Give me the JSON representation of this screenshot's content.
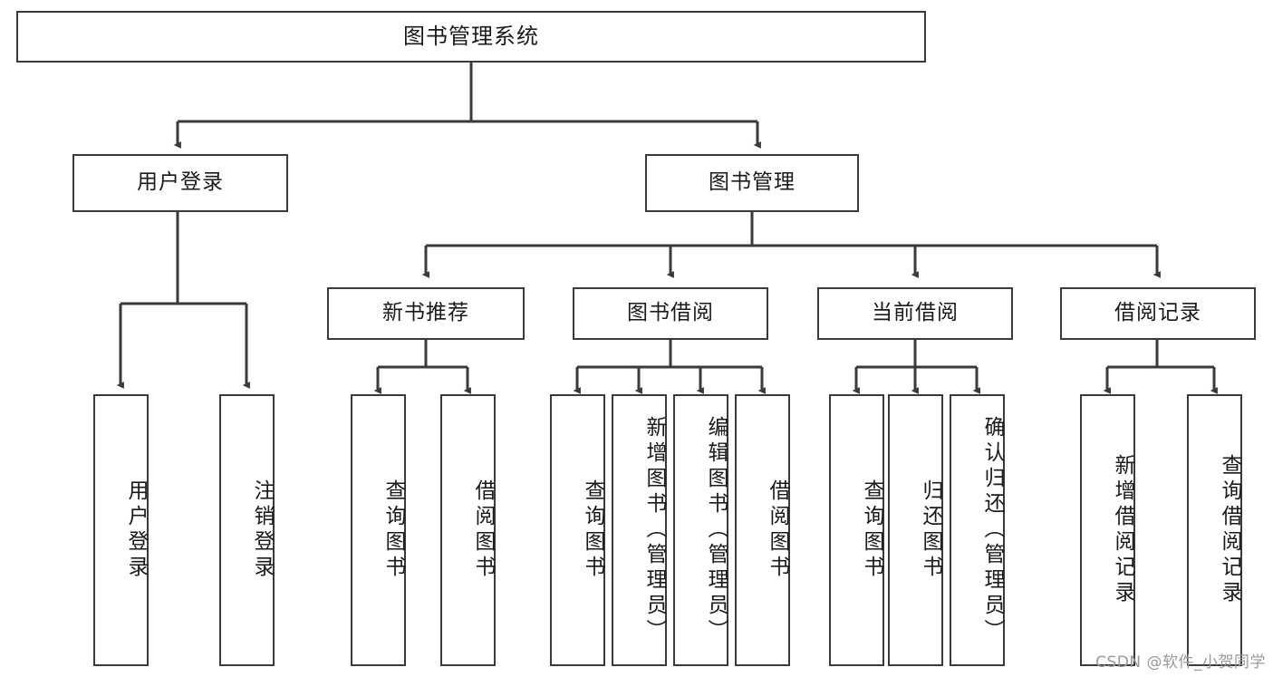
{
  "diagram": {
    "title": "图书管理系统",
    "watermark": "CSDN @软件_小贺同学",
    "line_color": "#3a3a3a",
    "box_border_color": "#3a3a3a",
    "box_fill_color": "#ffffff",
    "text_color": "#1a1a1a",
    "root": {
      "label": "图书管理系统"
    },
    "level2": [
      {
        "label": "用户登录"
      },
      {
        "label": "图书管理"
      }
    ],
    "level3": [
      {
        "label": "新书推荐"
      },
      {
        "label": "图书借阅"
      },
      {
        "label": "当前借阅"
      },
      {
        "label": "借阅记录"
      }
    ],
    "leaves": {
      "user_login": [
        {
          "label": "用户登录"
        },
        {
          "label": "注销登录"
        }
      ],
      "new_book_recommend": [
        {
          "label": "查询图书"
        },
        {
          "label": "借阅图书"
        }
      ],
      "book_borrow": [
        {
          "label": "查询图书"
        },
        {
          "label": "新增图书（管理员）"
        },
        {
          "label": "编辑图书（管理员）"
        },
        {
          "label": "借阅图书"
        }
      ],
      "current_borrow": [
        {
          "label": "查询图书"
        },
        {
          "label": "归还图书"
        },
        {
          "label": "确认归还（管理员）"
        }
      ],
      "borrow_record": [
        {
          "label": "新增借阅记录"
        },
        {
          "label": "查询借阅记录"
        }
      ]
    }
  }
}
